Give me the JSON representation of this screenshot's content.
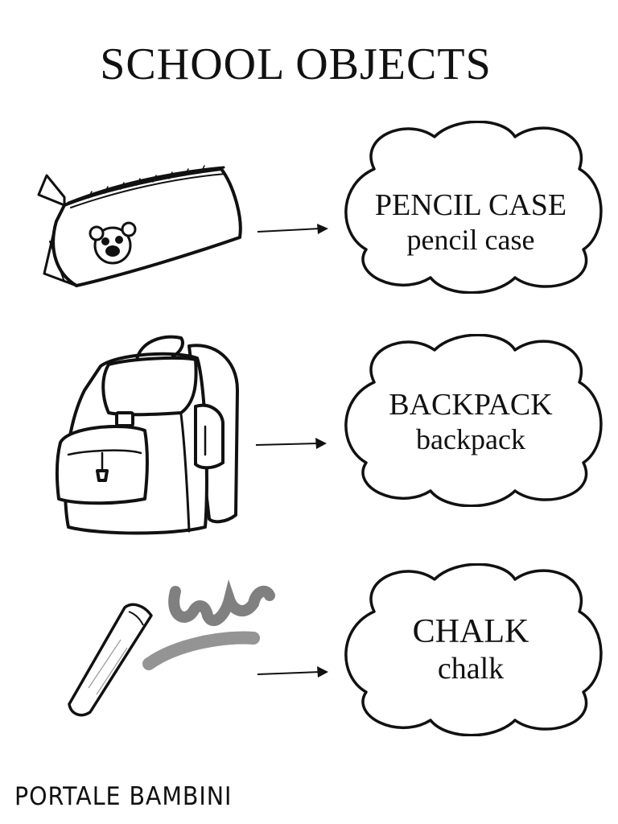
{
  "title": "SCHOOL OBJECTS",
  "items": [
    {
      "icon": "pencil-case-icon",
      "upper": "PENCIL CASE",
      "lower": "pencil case"
    },
    {
      "icon": "backpack-icon",
      "upper": "BACKPACK",
      "lower": "backpack"
    },
    {
      "icon": "chalk-icon",
      "upper": "CHALK",
      "lower": "chalk"
    }
  ],
  "footer": "PORTALE BAMBINI"
}
